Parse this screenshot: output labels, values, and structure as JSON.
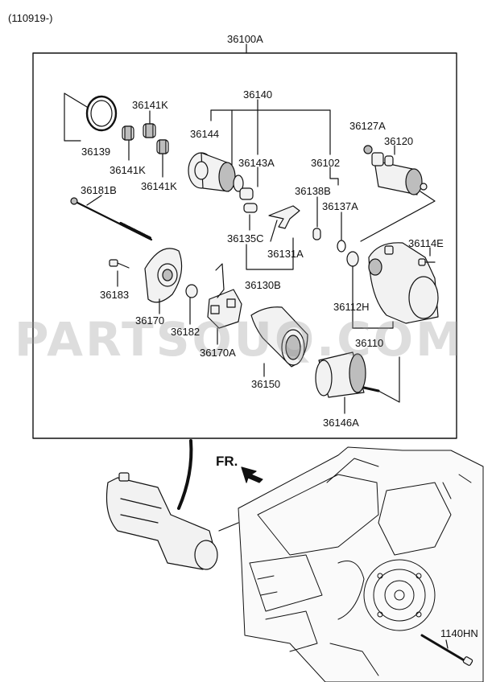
{
  "header": {
    "date_code": "(110919-)"
  },
  "assembly": {
    "main_part": "36100A"
  },
  "callouts": {
    "p36140": "36140",
    "p36141K_a": "36141K",
    "p36144": "36144",
    "p36139": "36139",
    "p36141K_b": "36141K",
    "p36141K_c": "36141K",
    "p36143A": "36143A",
    "p36102": "36102",
    "p36127A": "36127A",
    "p36120": "36120",
    "p36181B": "36181B",
    "p36138B": "36138B",
    "p36137A": "36137A",
    "p36135C": "36135C",
    "p36131A": "36131A",
    "p36114E": "36114E",
    "p36183": "36183",
    "p36130B": "36130B",
    "p36170": "36170",
    "p36112H": "36112H",
    "p36182": "36182",
    "p36110": "36110",
    "p36170A": "36170A",
    "p36150": "36150",
    "p36146A": "36146A",
    "p1140HN": "1140HN"
  },
  "direction_marker": {
    "label": "FR."
  },
  "watermark": {
    "text": "PARTSOUQ.COM"
  },
  "colors": {
    "line": "#111111",
    "fill": "#f2f2f2",
    "shade": "#bdbdbd",
    "watermark": "#969696"
  }
}
